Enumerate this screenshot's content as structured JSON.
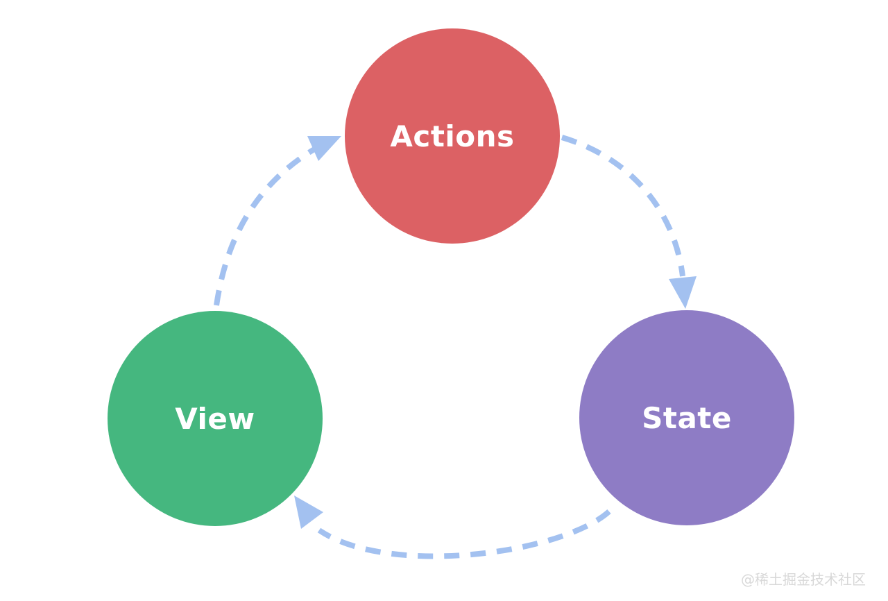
{
  "colors": {
    "background": "#FFFFFF",
    "node-actions": "#DC6164",
    "node-state": "#8E7CC5",
    "node-view": "#45B77F",
    "node-label": "#FFFFFF",
    "edge": "#A3C1F0",
    "watermark": "#D8D8D8"
  },
  "nodes": {
    "actions": {
      "label": "Actions"
    },
    "state": {
      "label": "State"
    },
    "view": {
      "label": "View"
    }
  },
  "edges": [
    {
      "from": "Actions",
      "to": "State",
      "style": "dashed-arrow"
    },
    {
      "from": "State",
      "to": "View",
      "style": "dashed-arrow"
    },
    {
      "from": "View",
      "to": "Actions",
      "style": "dashed-arrow"
    }
  ],
  "watermark": {
    "text": "@稀土掘金技术社区"
  }
}
